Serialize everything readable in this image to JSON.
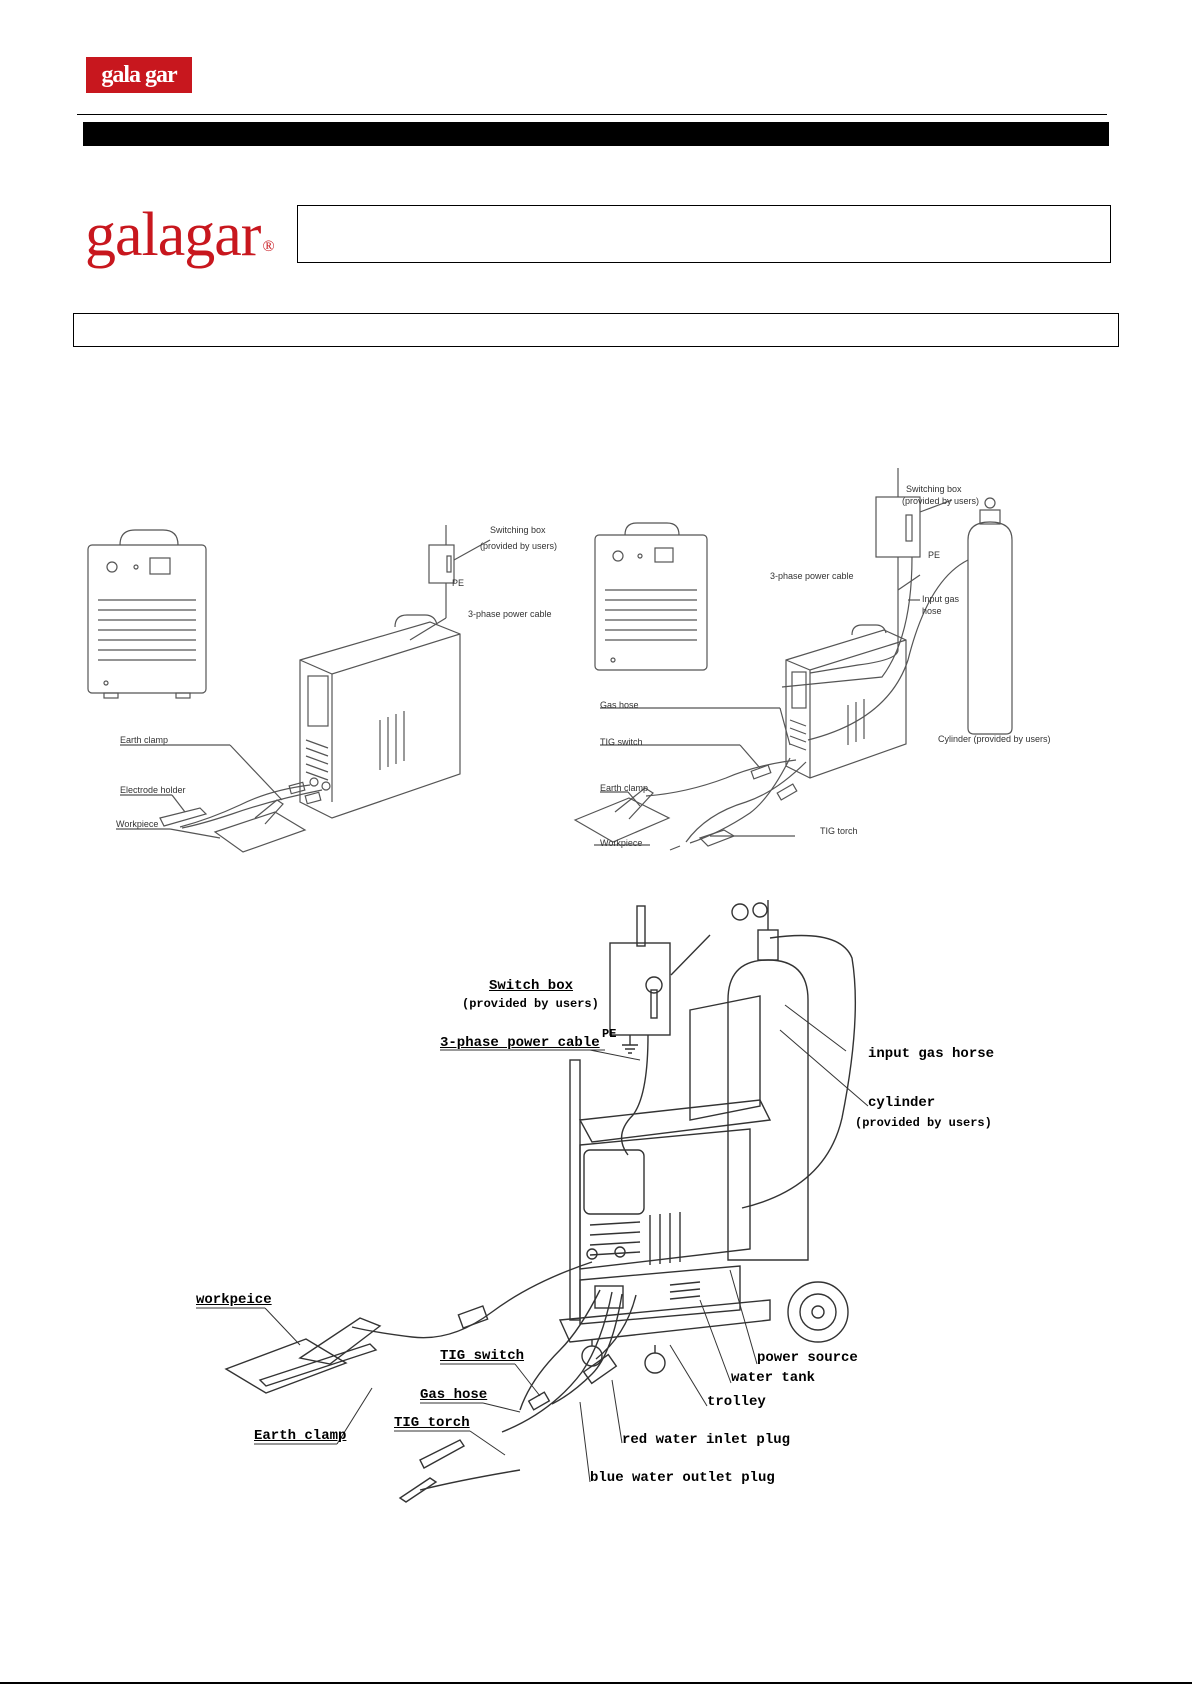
{
  "header": {
    "logo_small": "gala gar",
    "logo_big": "galagar",
    "logo_big_mark": "®"
  },
  "figure1": {
    "labels": {
      "switching_box": "Switching box",
      "provided_by_users": "(provided by users)",
      "pe": "PE",
      "power_cable": "3-phase power cable",
      "earth_clamp": "Earth clamp",
      "electrode_holder": "Electrode holder",
      "workpiece": "Workpiece"
    }
  },
  "figure2": {
    "labels": {
      "switching_box": "Switching box",
      "provided_by_users": "(provided by users)",
      "pe": "PE",
      "power_cable": "3-phase power cable",
      "input_gas_hose_1": "Input gas",
      "input_gas_hose_2": "hose",
      "gas_hose": "Gas hose",
      "tig_switch": "TIG switch",
      "earth_clamp": "Earth clamp",
      "cylinder": "Cylinder (provided by users)",
      "tig_torch": "TIG torch",
      "workpiece": "Workpiece"
    }
  },
  "figure3": {
    "labels": {
      "switch_box": "Switch box",
      "provided_by_users": "(provided by users)",
      "pe": "PE",
      "power_cable": "3-phase power cable",
      "input_gas_horse": "input gas horse",
      "cylinder": "cylinder",
      "cylinder_provided": "(provided by users)",
      "workpeice": "workpeice",
      "tig_switch": "TIG switch",
      "gas_hose": "Gas hose",
      "earth_clamp": "Earth clamp",
      "tig_torch": "TIG torch",
      "power_source": "power source",
      "water_tank": "water tank",
      "trolley": "trolley",
      "red_water_inlet": "red water inlet plug",
      "blue_water_outlet": "blue water outlet plug"
    }
  }
}
